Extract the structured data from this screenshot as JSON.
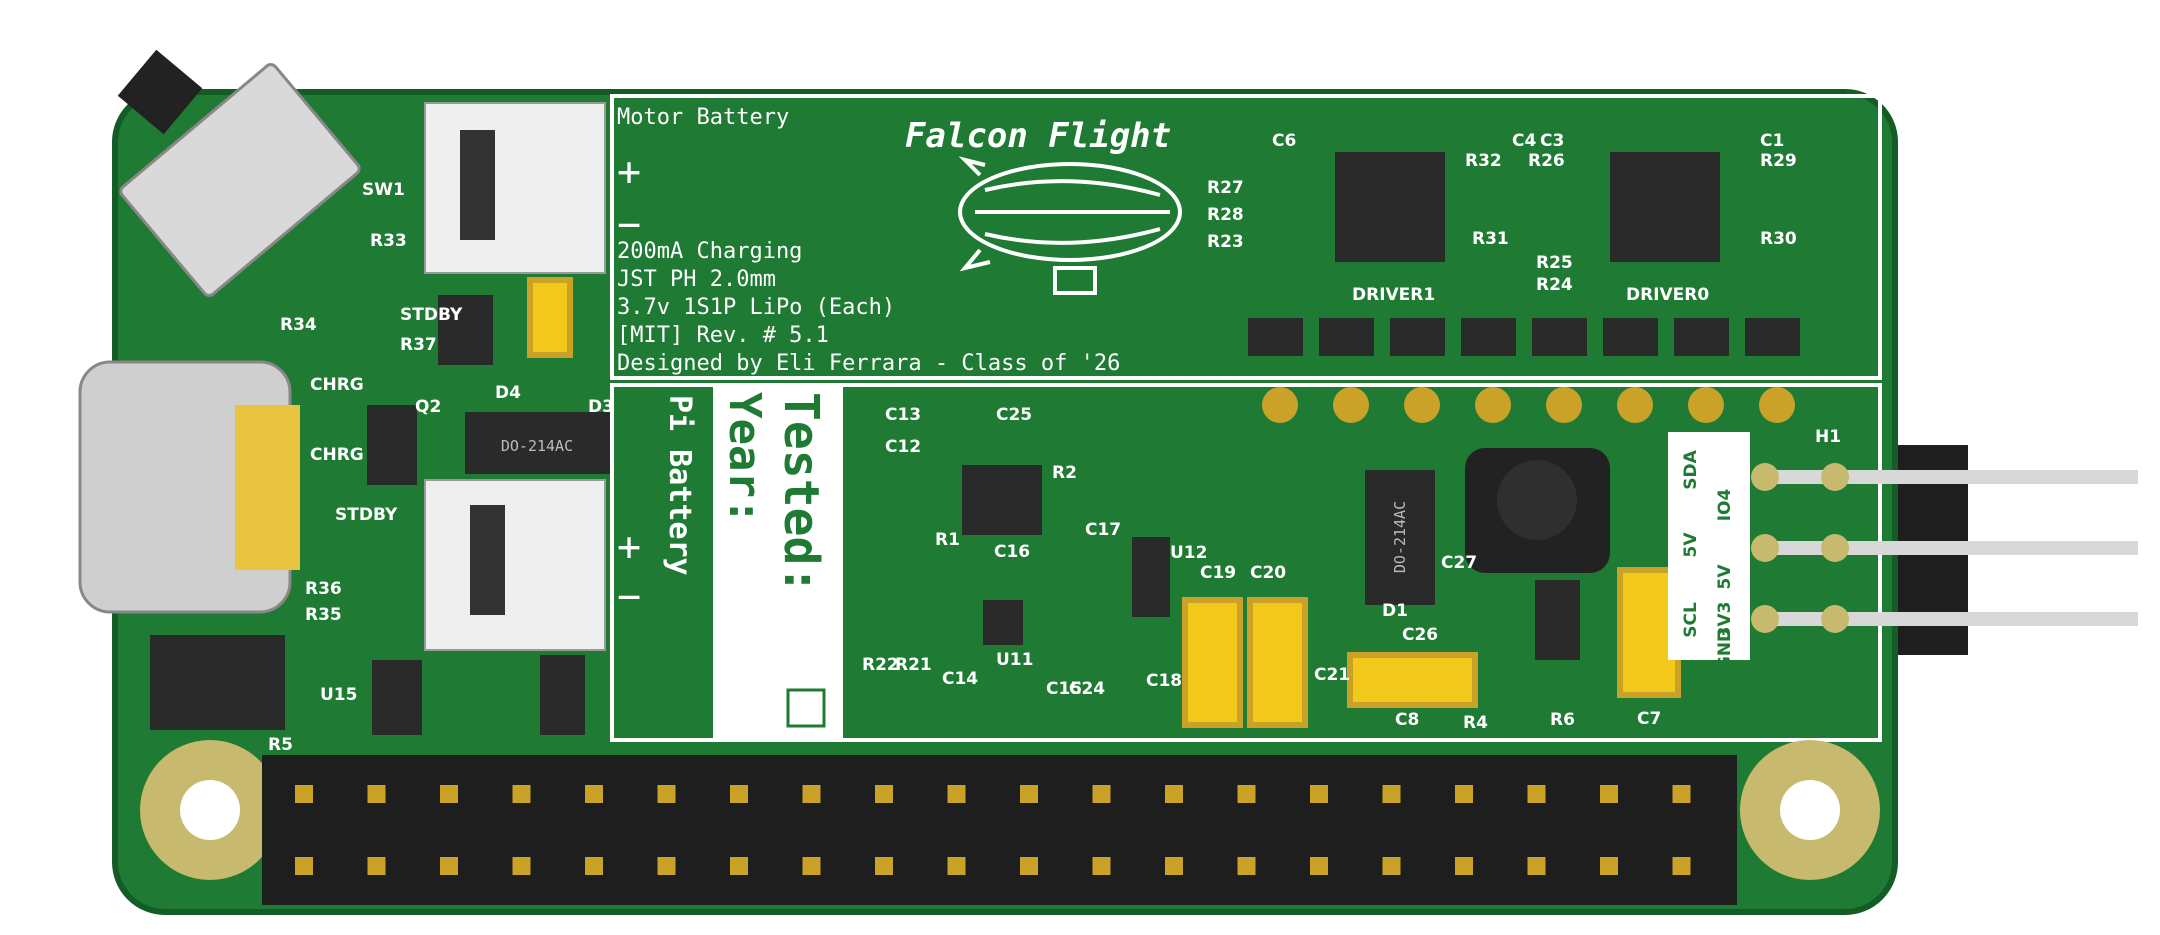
{
  "board": {
    "title": "Falcon Flight",
    "motor_battery": {
      "heading": "Motor Battery",
      "plus": "+",
      "minus": "−",
      "lines": [
        "200mA Charging",
        "JST PH 2.0mm",
        "3.7v 1S1P LiPo (Each)",
        "[MIT] Rev. # 5.1",
        "Designed by Eli Ferrara - Class of '26"
      ]
    },
    "pi_battery": {
      "label": "Pi Battery",
      "plus": "+",
      "minus": "−"
    },
    "test_block": {
      "tested": "Tested:",
      "year": "Year:"
    },
    "header_pins": {
      "ref": "H1",
      "col_right": [
        "IO4",
        "5V",
        "GND"
      ],
      "col_left": [
        "SDA",
        "5V"
      ],
      "col_bottom": [
        "SCL",
        "3V3"
      ]
    },
    "driver_labels": [
      "DRIVER1",
      "DRIVER0"
    ],
    "diode_marks": [
      "DO-214AC",
      "DO-214AC"
    ],
    "refs": [
      "C6",
      "C4",
      "R27",
      "R28",
      "R23",
      "R32",
      "R31",
      "R26",
      "R25",
      "R24",
      "C3",
      "C1",
      "R29",
      "R30",
      "SW1",
      "R33",
      "R34",
      "STDBY",
      "R37",
      "CHRG",
      "D4",
      "Q2",
      "D3",
      "STDBY",
      "CHRG",
      "R36",
      "R35",
      "U15",
      "R5",
      "C13",
      "C25",
      "C12",
      "R2",
      "R1",
      "C17",
      "U12",
      "C16",
      "C14",
      "U11",
      "C15",
      "C24",
      "C19",
      "C20",
      "C18",
      "C21",
      "R22",
      "R21",
      "C27",
      "D1",
      "C26",
      "C8",
      "R4",
      "R6",
      "C7"
    ]
  },
  "colors": {
    "pcb": "#1f7a33",
    "pcb_dark": "#145c25",
    "silk": "#ffffff",
    "gold": "#c9a227",
    "chip": "#2a2a2a",
    "header": "#1e1e1e"
  }
}
